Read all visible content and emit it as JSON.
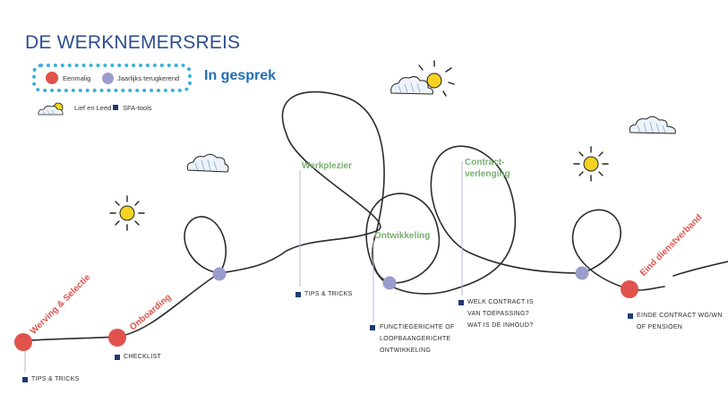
{
  "title": "DE WERKNEMERSREIS",
  "legend": {
    "one_time": "Eenmalig",
    "yearly": "Jaarlijks terugkerend",
    "in_gesprek": "In gesprek",
    "lief_en_leed": "Lief en Leed",
    "sfa_tools": "SFA-tools"
  },
  "colors": {
    "one_time": "#e0534c",
    "yearly": "#9a9ccb",
    "phase_red": "#e0534c",
    "phase_green": "#79b06e",
    "tool_square": "#1d3b72",
    "legend_border": "#3ab0d8",
    "title": "#2d4e8f"
  },
  "stages": {
    "werving": "Werving & Selectie",
    "onboarding": "Onboarding",
    "werkplezier": "Werkplezier",
    "ontwikkeling": "Ontwikkeling",
    "contract_1": "Contract-",
    "contract_2": "verlenging",
    "eind": "Eind dienstverband"
  },
  "tools": {
    "tips1": "TIPS & TRICKS",
    "checklist": "CHECKLIST",
    "tips2": "TIPS & TRICKS",
    "functie_1": "FUNCTIEGERICHTE OF",
    "functie_2": "LOOPBAANGERICHTE",
    "functie_3": "ONTWIKKELING",
    "contract_q1": "WELK CONTRACT IS",
    "contract_q2": "VAN TOEPASSING?",
    "contract_q3": "WAT IS DE INHOUD?",
    "einde_1": "EINDE CONTRACT WG/WN",
    "einde_2": "OF PENSIOEN"
  },
  "icons": {
    "sun": "sun-icon",
    "cloud": "cloud-icon",
    "sun_cloud": "sun-behind-cloud-icon",
    "square": "square-bullet-icon"
  }
}
